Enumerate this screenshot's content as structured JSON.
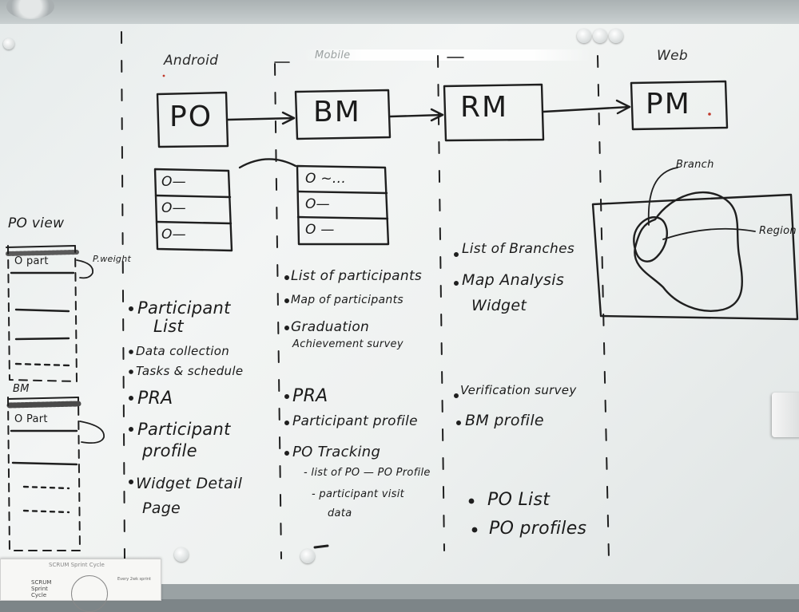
{
  "columns": {
    "android": "Android",
    "mobile": "Mobile",
    "web": "Web"
  },
  "flow_boxes": [
    "PO",
    "BM",
    "RM",
    "PM"
  ],
  "list_widget": {
    "po_rows": [
      "O—",
      "O—",
      "O—"
    ],
    "bm_rows": [
      "O ~...",
      "O—",
      "O —"
    ]
  },
  "map_sketch": {
    "branch_label": "Branch",
    "region_label": "Region"
  },
  "po_view": {
    "title": "PO view",
    "row": "O part",
    "annotation": "P.weight"
  },
  "bm_view": {
    "title": "BM",
    "row": "O Part"
  },
  "android_items": [
    "Participant",
    "List",
    "Data collection",
    "Tasks & schedule",
    "PRA",
    "Participant",
    "profile",
    "Widget Detail",
    "Page"
  ],
  "bm_items": [
    "List of participants",
    "Map of participants",
    "Graduation",
    "Achievement survey",
    "PRA",
    "Participant profile",
    "PO Tracking",
    "- list of PO — PO Profile",
    "- participant visit",
    "data"
  ],
  "rm_items": [
    "List of Branches",
    "Map Analysis",
    "Widget",
    "Verification survey",
    "BM profile",
    "PO List",
    "PO profiles"
  ],
  "paper_note": {
    "title": "SCRUM Sprint Cycle",
    "sub": "SCRUM Sprint Cycle",
    "side": "Every 2wk sprint"
  }
}
